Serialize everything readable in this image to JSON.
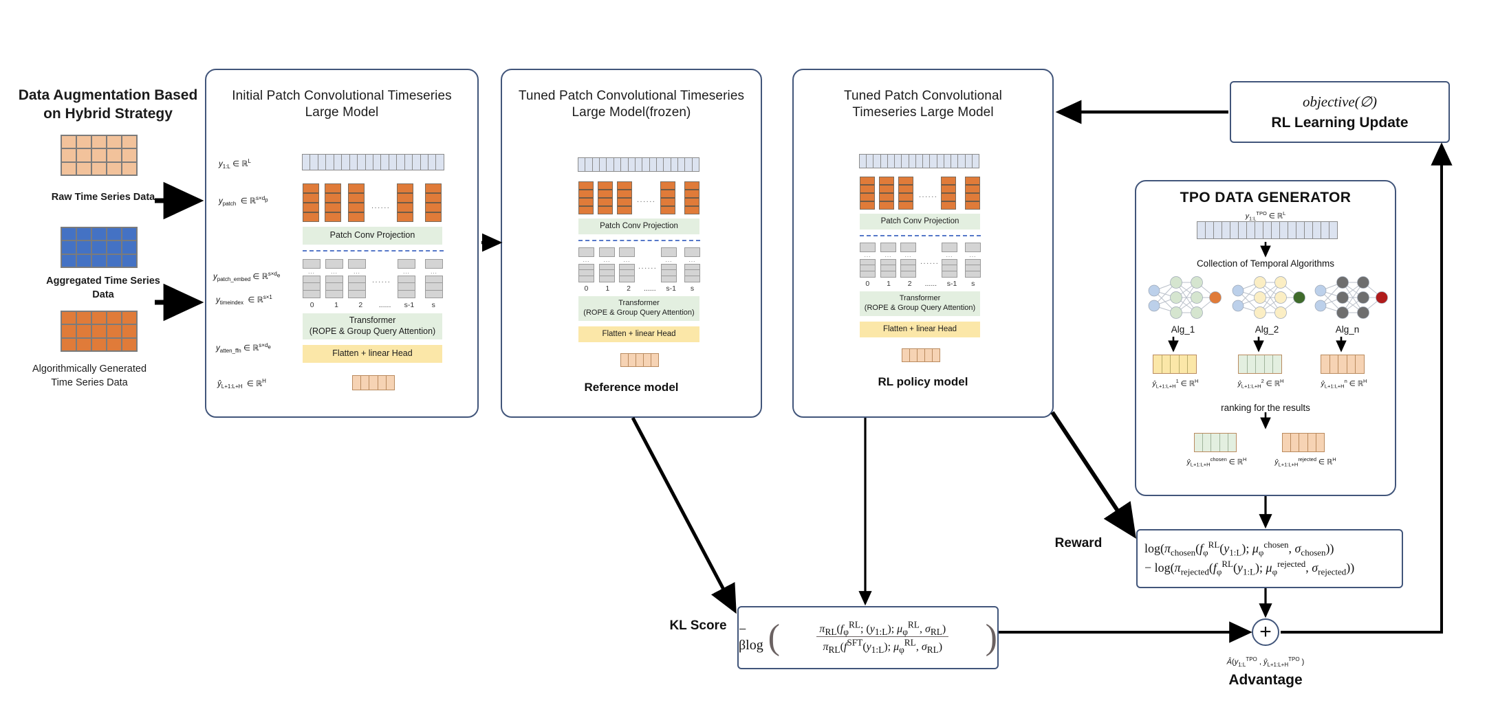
{
  "augmentation": {
    "title": "Data Augmentation Based on Hybrid Strategy",
    "items": [
      {
        "caption": "Raw Time Series Data",
        "color": "#f2c29b",
        "rows": 3,
        "cols": 5
      },
      {
        "caption": "Aggregated Time Series Data",
        "color": "#4472c4",
        "rows": 3,
        "cols": 5
      },
      {
        "caption": "Algorithmically Generated Time Series Data",
        "color": "#e07b39",
        "rows": 3,
        "cols": 5
      }
    ]
  },
  "models": {
    "initial": {
      "title": "Initial Patch Convolutional Timeseries Large Model",
      "footer": "",
      "labels": {
        "input": "y",
        "patch_conv": "Patch Conv Projection",
        "transformer_l1": "Transformer",
        "transformer_l2": "(ROPE  & Group Query Attention)",
        "head": "Flatten + linear Head"
      },
      "math": [
        "y1:L ∈ ℝL",
        "ypatch ∈ ℝs×dp",
        "ypatch_embed ∈ ℝs×de",
        "ytimeindex ∈ ℝs×1",
        "yatten_ffn ∈ ℝs×de",
        "ŷL+1:L+H ∈ ℝH"
      ],
      "index_ticks": [
        "0",
        "1",
        "2",
        "......",
        "s-1",
        "s"
      ]
    },
    "reference": {
      "title": "Tuned Patch Convolutional Timeseries Large Model(frozen)",
      "footer": "Reference model"
    },
    "policy": {
      "title": "Tuned Patch Convolutional Timeseries Large Model",
      "footer": "RL policy model"
    }
  },
  "rl_update": {
    "objective": "objective(∅)",
    "label": "RL Learning Update"
  },
  "tpo": {
    "title": "TPO DATA GENERATOR",
    "input_math": "y1:LTPO ∈ ℝL",
    "collection_label": "Collection of Temporal Algorithms",
    "algorithms": [
      {
        "name": "Alg_1",
        "hidden_color": "#d5e5cf",
        "out_color": "#e07b39",
        "bar_color": "#fbe7a8",
        "math_sup": "1"
      },
      {
        "name": "Alg_2",
        "hidden_color": "#fbeec4",
        "out_color": "#3f6b2b",
        "bar_color": "#e3efe0",
        "math_sup": "2"
      },
      {
        "name": "Alg_n",
        "hidden_color": "#6e6e6e",
        "out_color": "#b01b1b",
        "bar_color": "#f6d3b4",
        "math_sup": "n"
      }
    ],
    "ranking_label": "ranking for the results",
    "results": [
      {
        "math_sup": "chosen",
        "color": "#e3efe0"
      },
      {
        "math_sup": "rejected",
        "color": "#f6d3b4"
      }
    ]
  },
  "reward": {
    "side_label": "Reward",
    "line1": "log(πchosen(fφRL(y1:L); μφchosen, σchosen))",
    "line2": "− log(πrejected(fφRL(y1:L); μφrejected, σrejected))"
  },
  "kl": {
    "side_label": "KL Score",
    "prefix": "− βlog",
    "numerator": "πRL(fφRL; (y1:L); μφRL, σRL)",
    "denominator": "πRL(fSFT(y1:L); μφRL, σRL)"
  },
  "advantage": {
    "operator": "+",
    "math": "Â(y1:LTPO, ŷL+1:L+HTPO )",
    "label": "Advantage"
  },
  "colors": {
    "box_border": "#41557a",
    "orange": "#e07b39",
    "peach": "#f6d3b4",
    "blue_cell": "#dce3f0",
    "green_band": "#e3efe0",
    "yellow_band": "#fbe7a8",
    "grey_cell": "#d4d4d4",
    "dash_blue": "#5577c8"
  }
}
